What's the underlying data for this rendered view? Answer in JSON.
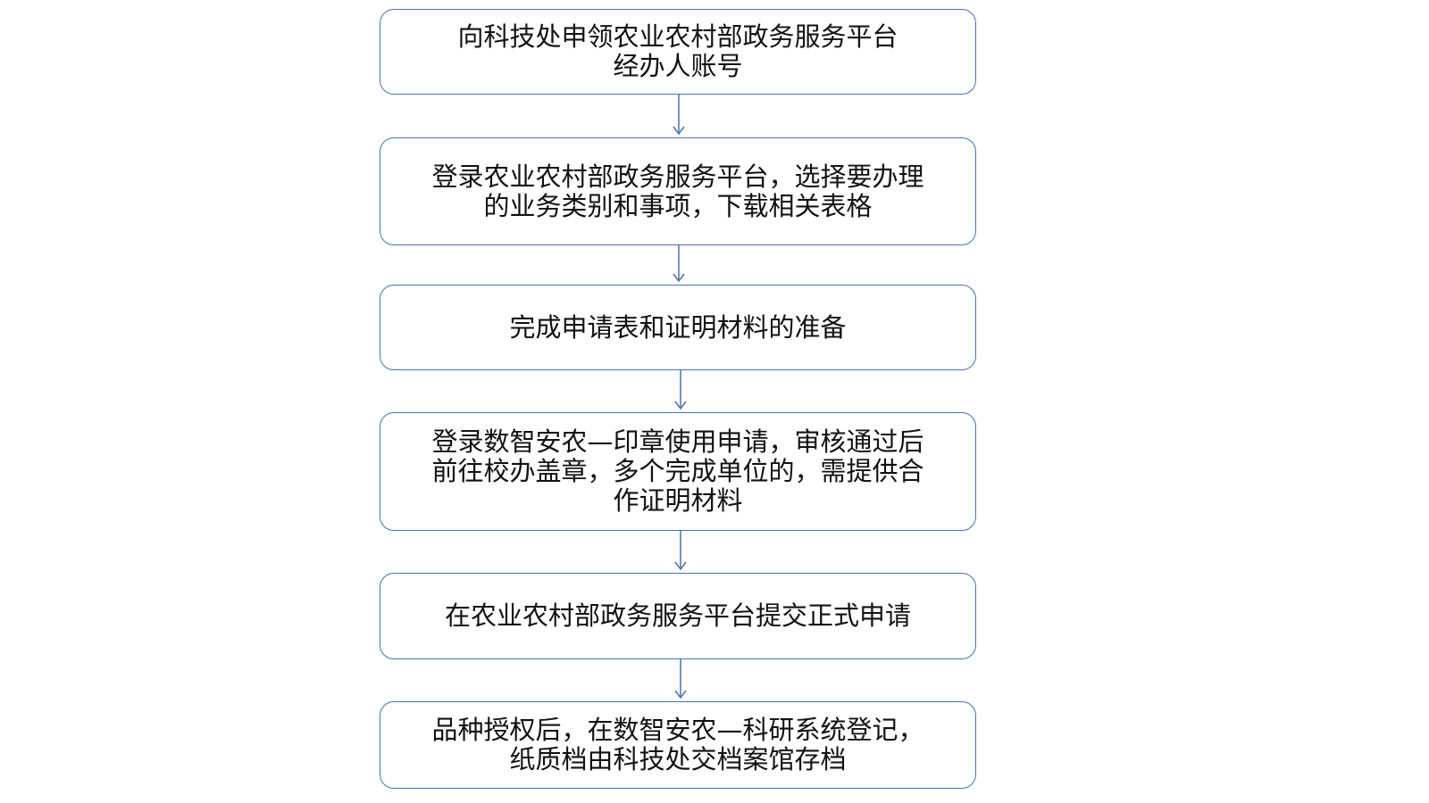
{
  "flowchart": {
    "line_color": "#4a6fb5",
    "steps": [
      {
        "text": "向科技处申领农业农村部政务服务平台\n经办人账号"
      },
      {
        "text": "登录农业农村部政务服务平台，选择要办理\n的业务类别和事项，下载相关表格"
      },
      {
        "text": "完成申请表和证明材料的准备"
      },
      {
        "text": "登录数智安农—印章使用申请，审核通过后\n前往校办盖章，多个完成单位的，需提供合\n作证明材料"
      },
      {
        "text": "在农业农村部政务服务平台提交正式申请"
      },
      {
        "text": "品种授权后，在数智安农—科研系统登记，\n纸质档由科技处交档案馆存档"
      }
    ]
  }
}
